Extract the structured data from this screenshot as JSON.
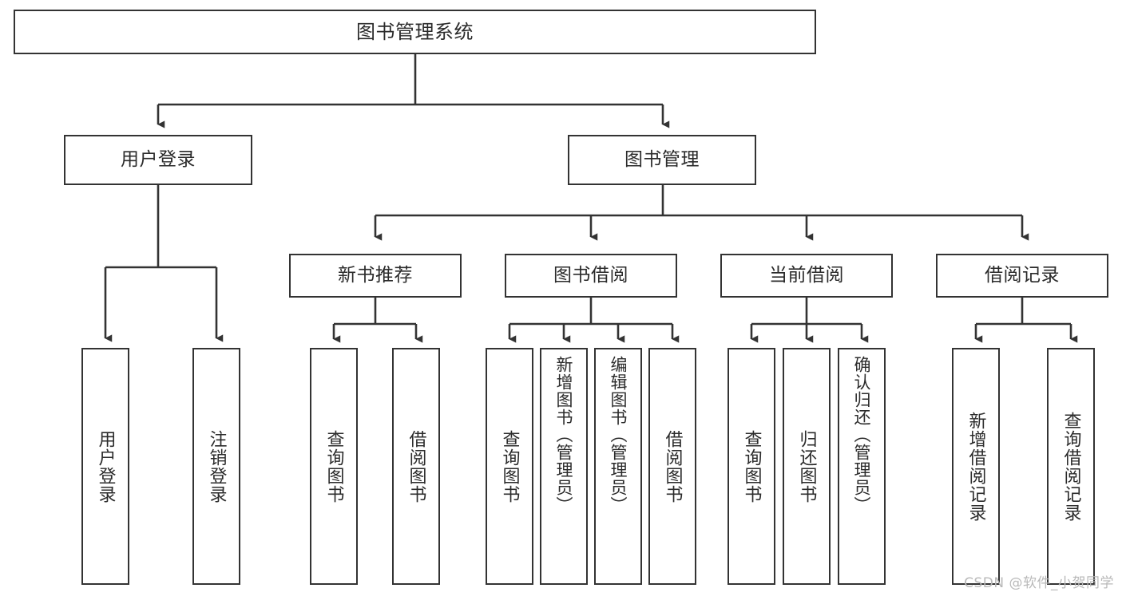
{
  "diagram": {
    "title": "图书管理系统",
    "watermark": "CSDN @软件_小贺同学",
    "stroke_color": "#333333",
    "text_color": "#2b2b2b",
    "background_color": "#ffffff"
  },
  "nodes": {
    "root": {
      "label": "图书管理系统"
    },
    "level2": [
      {
        "label": "用户登录"
      },
      {
        "label": "图书管理"
      }
    ],
    "level3": [
      {
        "label": "新书推荐"
      },
      {
        "label": "图书借阅"
      },
      {
        "label": "当前借阅"
      },
      {
        "label": "借阅记录"
      }
    ],
    "leaves_user_login": [
      {
        "label": "用户登录"
      },
      {
        "label": "注销登录"
      }
    ],
    "leaves_new_book": [
      {
        "label": "查询图书"
      },
      {
        "label": "借阅图书"
      }
    ],
    "leaves_borrow": [
      {
        "label": "查询图书"
      },
      {
        "label": "新增图书（管理员）"
      },
      {
        "label": "编辑图书（管理员）"
      },
      {
        "label": "借阅图书"
      }
    ],
    "leaves_current": [
      {
        "label": "查询图书"
      },
      {
        "label": "归还图书"
      },
      {
        "label": "确认归还（管理员）"
      }
    ],
    "leaves_records": [
      {
        "label": "新增借阅记录"
      },
      {
        "label": "查询借阅记录"
      }
    ]
  },
  "chart_data": {
    "type": "tree",
    "title": "图书管理系统",
    "orientation": "top-down",
    "root": {
      "label": "图书管理系统",
      "children": [
        {
          "label": "用户登录",
          "children": [
            {
              "label": "用户登录"
            },
            {
              "label": "注销登录"
            }
          ]
        },
        {
          "label": "图书管理",
          "children": [
            {
              "label": "新书推荐",
              "children": [
                {
                  "label": "查询图书"
                },
                {
                  "label": "借阅图书"
                }
              ]
            },
            {
              "label": "图书借阅",
              "children": [
                {
                  "label": "查询图书"
                },
                {
                  "label": "新增图书（管理员）"
                },
                {
                  "label": "编辑图书（管理员）"
                },
                {
                  "label": "借阅图书"
                }
              ]
            },
            {
              "label": "当前借阅",
              "children": [
                {
                  "label": "查询图书"
                },
                {
                  "label": "归还图书"
                },
                {
                  "label": "确认归还（管理员）"
                }
              ]
            },
            {
              "label": "借阅记录",
              "children": [
                {
                  "label": "新增借阅记录"
                },
                {
                  "label": "查询借阅记录"
                }
              ]
            }
          ]
        }
      ]
    }
  }
}
